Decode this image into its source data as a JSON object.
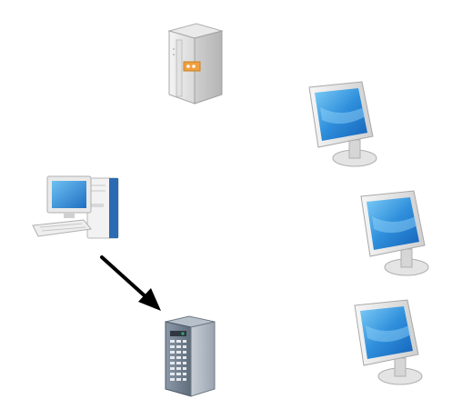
{
  "diagram": {
    "nodes": [
      {
        "id": "server-top",
        "icon": "tower-server-icon",
        "accent": "#f0a040"
      },
      {
        "id": "workstation",
        "icon": "desktop-computer-icon",
        "screen": "#2a8ad8"
      },
      {
        "id": "server-rack",
        "icon": "rack-server-icon",
        "accent": "#3aa86a"
      },
      {
        "id": "monitor-1",
        "icon": "monitor-icon",
        "screen": "#1f7fd6"
      },
      {
        "id": "monitor-2",
        "icon": "monitor-icon",
        "screen": "#1f7fd6"
      },
      {
        "id": "monitor-3",
        "icon": "monitor-icon",
        "screen": "#1f7fd6"
      }
    ],
    "edges": [
      {
        "from": "workstation",
        "to": "server-rack",
        "style": "arrow",
        "color": "#000000"
      }
    ]
  }
}
